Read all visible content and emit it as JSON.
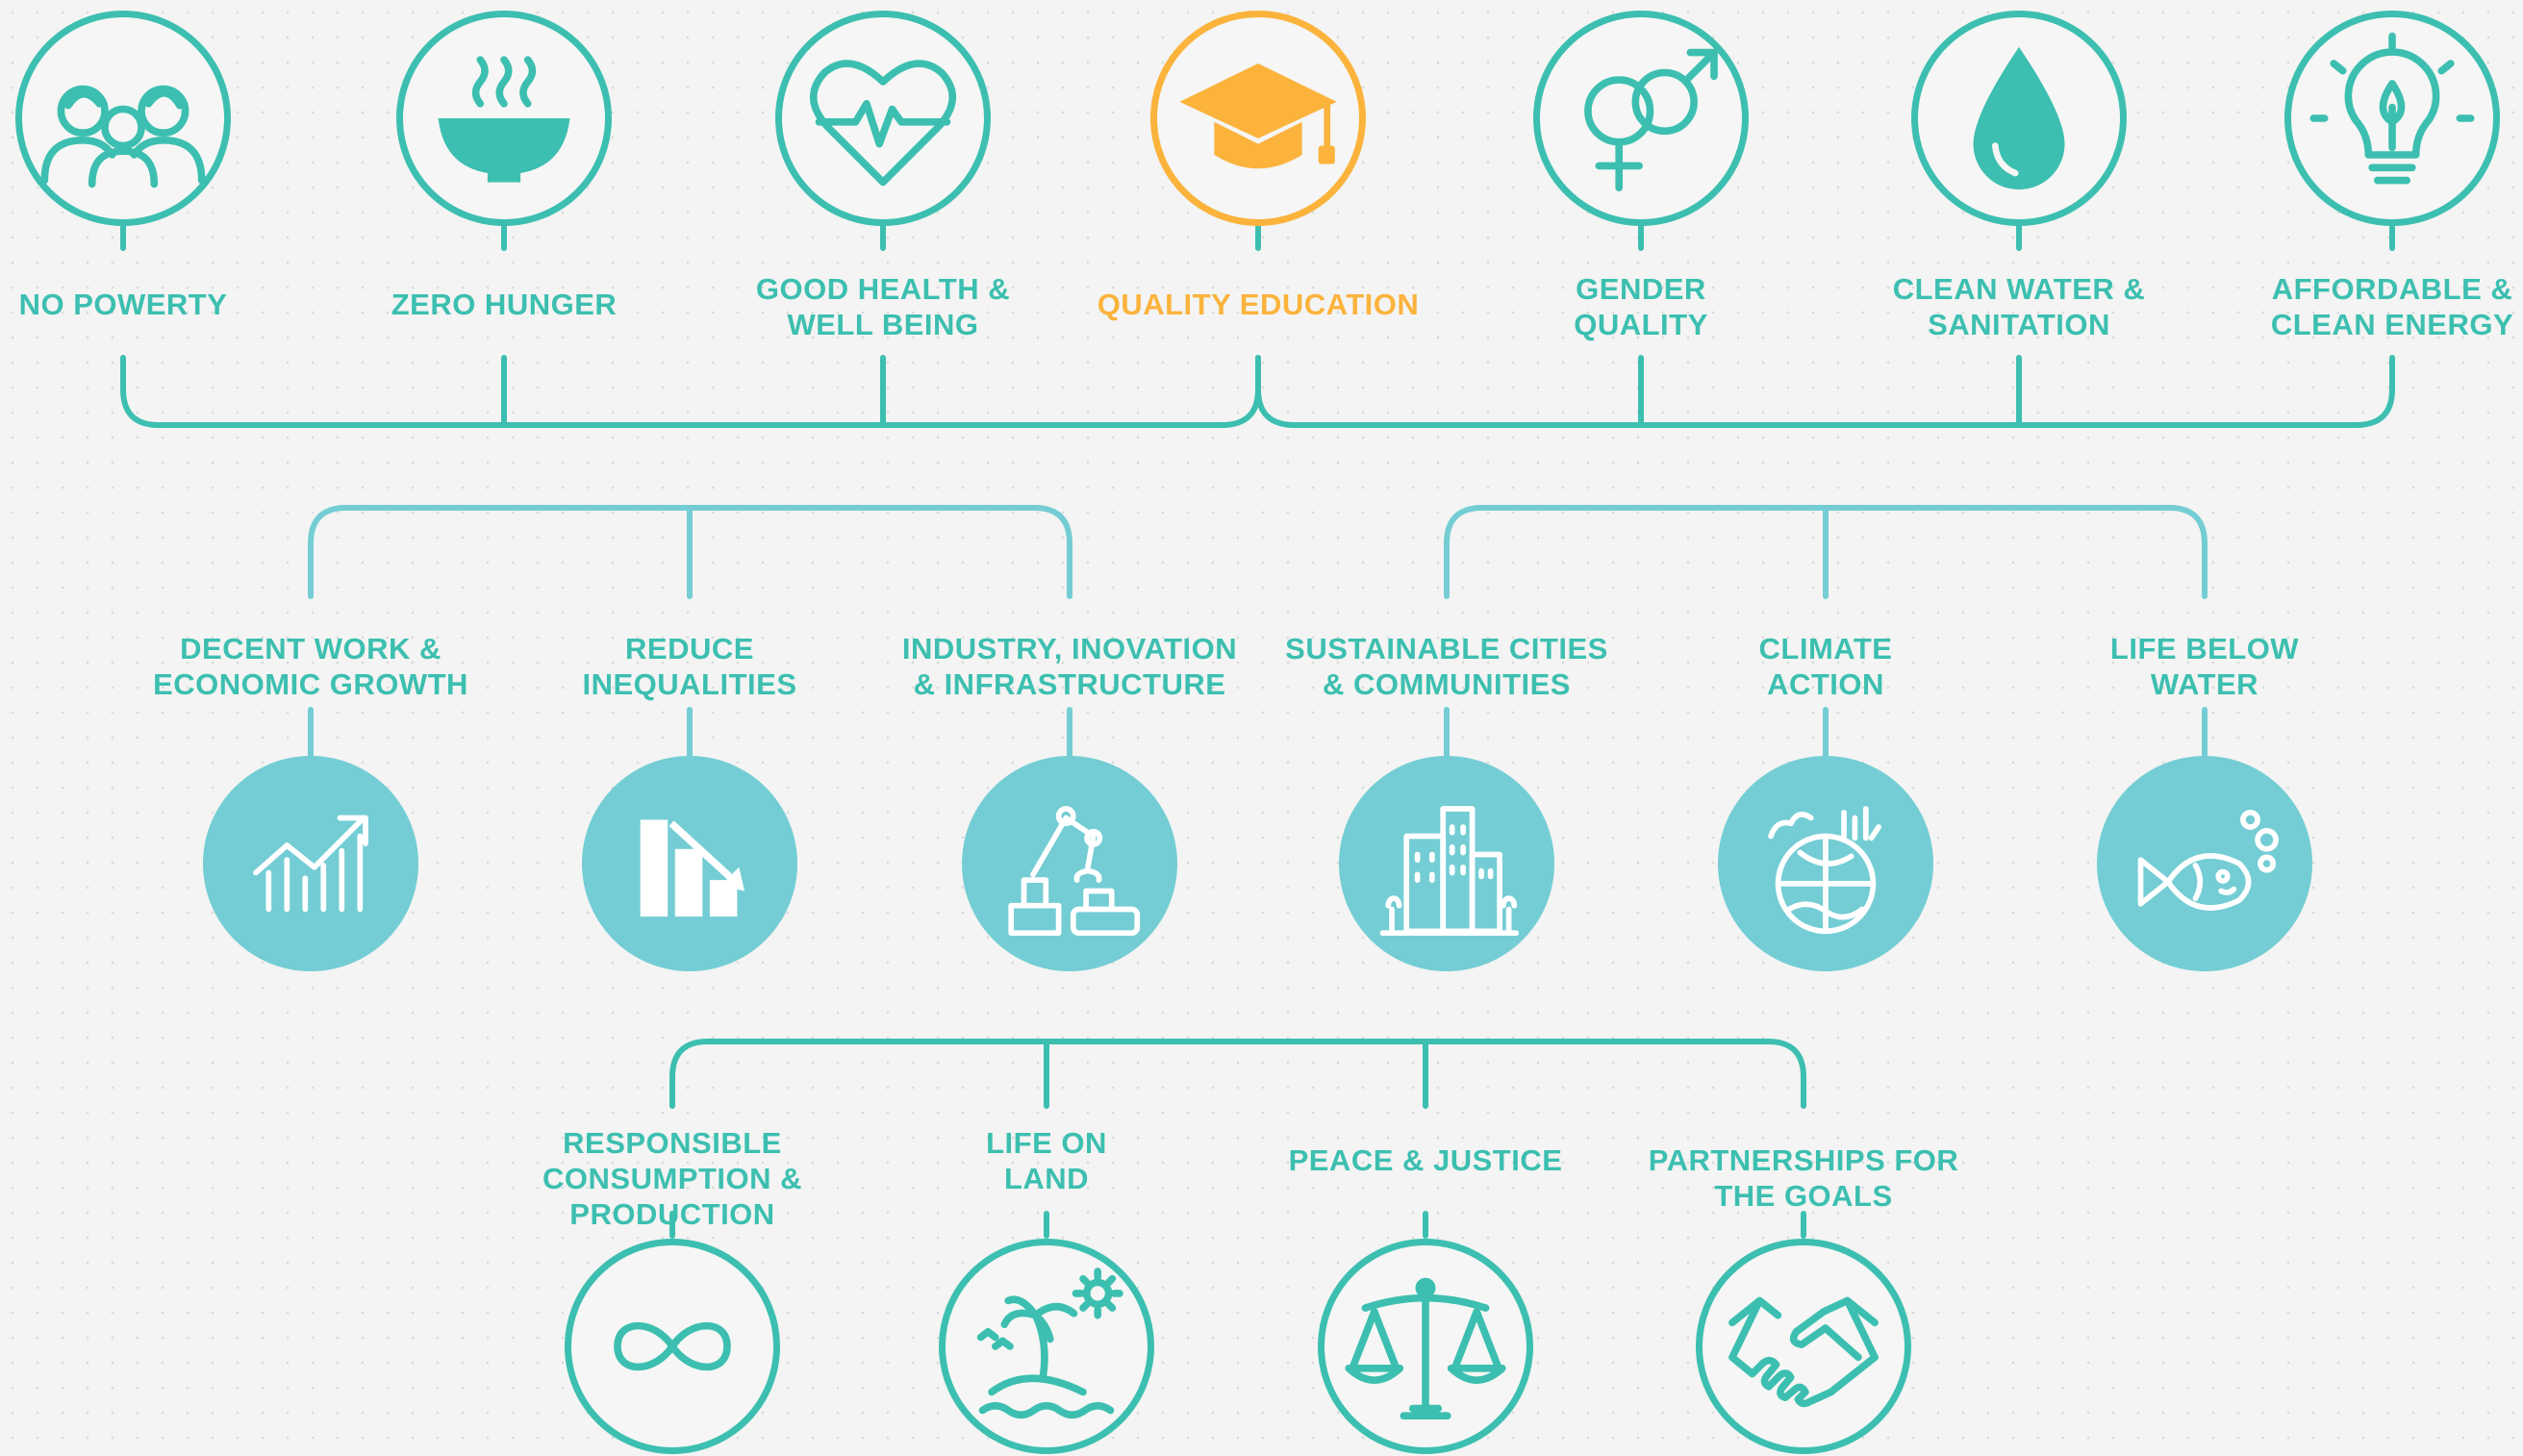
{
  "colors": {
    "teal": "#3cbfb0",
    "teal_fill": "#74cdd4",
    "highlight": "#fbb33c",
    "background": "#f3f4f3"
  },
  "rows": [
    {
      "style": "outline",
      "goals": [
        {
          "label": "NO POWERTY",
          "icon": "family-icon"
        },
        {
          "label": "ZERO HUNGER",
          "icon": "bowl-icon"
        },
        {
          "label": "GOOD HEALTH &\nWELL BEING",
          "icon": "heart-pulse-icon"
        },
        {
          "label": "QUALITY EDUCATION",
          "icon": "graduation-cap-icon",
          "highlight": true
        },
        {
          "label": "GENDER\nQUALITY",
          "icon": "gender-icon"
        },
        {
          "label": "CLEAN WATER &\nSANITATION",
          "icon": "water-drop-icon"
        },
        {
          "label": "AFFORDABLE &\nCLEAN ENERGY",
          "icon": "lightbulb-icon"
        }
      ]
    },
    {
      "style": "filled",
      "goals": [
        {
          "label": "DECENT WORK &\nECONOMIC GROWTH",
          "icon": "growth-chart-icon"
        },
        {
          "label": "REDUCE\nINEQUALITIES",
          "icon": "decline-chart-icon"
        },
        {
          "label": "INDUSTRY, INOVATION\n& INFRASTRUCTURE",
          "icon": "robot-arm-icon"
        },
        {
          "label": "SUSTAINABLE CITIES\n& COMMUNITIES",
          "icon": "city-icon"
        },
        {
          "label": "CLIMATE\nACTION",
          "icon": "globe-icon"
        },
        {
          "label": "LIFE BELOW\nWATER",
          "icon": "fish-icon"
        }
      ]
    },
    {
      "style": "outline",
      "goals": [
        {
          "label": "RESPONSIBLE\nCONSUMPTION & PRODUCTION",
          "icon": "infinity-icon"
        },
        {
          "label": "LIFE ON\nLAND",
          "icon": "island-icon"
        },
        {
          "label": "PEACE & JUSTICE",
          "icon": "scales-icon"
        },
        {
          "label": "PARTNERSHIPS FOR\nTHE GOALS",
          "icon": "handshake-icon"
        }
      ]
    }
  ]
}
